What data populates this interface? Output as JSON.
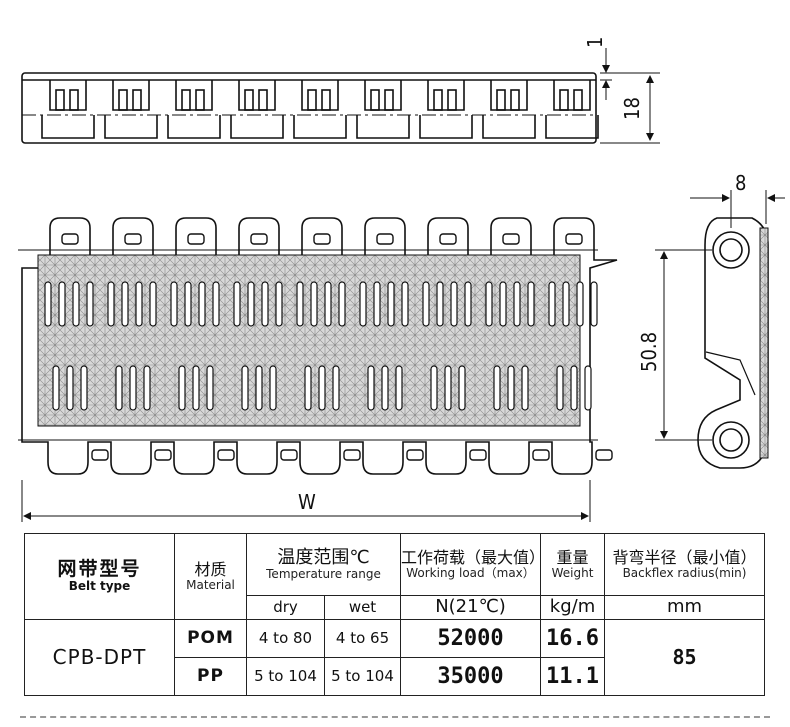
{
  "dimensions": {
    "top_thickness": "1",
    "height": "18",
    "pitch_width": "8",
    "length": "50.8",
    "width_symbol": "W"
  },
  "table": {
    "model_header_zh": "网带型号",
    "model_header_en": "Belt type",
    "material_zh": "材质",
    "material_en": "Material",
    "temp_zh": "温度范围℃",
    "temp_en": "Temperature range",
    "load_zh": "工作荷载（最大值）",
    "load_en": "Working load（max）",
    "weight_zh": "重量",
    "weight_en": "Weight",
    "backflex_zh": "背弯半径（最小值）",
    "backflex_en": "Backflex radius(min)",
    "dry": "dry",
    "wet": "wet",
    "load_unit": "N(21℃)",
    "weight_unit": "kg/m",
    "backflex_unit": "mm",
    "model": "CPB-DPT",
    "rows": [
      {
        "material": "POM",
        "dry": "4 to 80",
        "wet": "4 to 65",
        "load": "52000",
        "weight": "16.6"
      },
      {
        "material": "PP",
        "dry": "5 to 104",
        "wet": "5 to 104",
        "load": "35000",
        "weight": "11.1"
      }
    ],
    "backflex": "85"
  }
}
